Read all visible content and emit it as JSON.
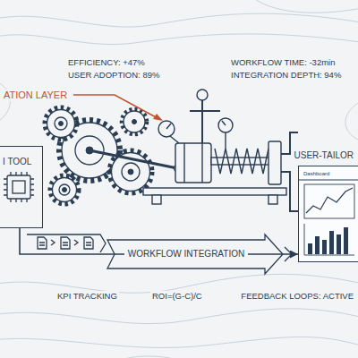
{
  "diagram": {
    "nodes": [
      {
        "text": [
          "I TOOL"
        ]
      },
      {
        "text": [
          "USER-TAILOR"
        ]
      }
    ],
    "edges": [
      {
        "from": 0,
        "to": 1,
        "arrow": "to",
        "label": "WORKFLOW INTEGRATION"
      }
    ],
    "labels": [
      "EFFICIENCY: +47%",
      "WORKFLOW TIME: -32min",
      "USER ADOPTION: 89%",
      "INTEGRATION DEPTH: 94%",
      "ATION LAYER",
      "Dashboard",
      "KPI TRACKING",
      "ROI=(G-C)/C",
      "FEEDBACK LOOPS: ACTIVE"
    ]
  }
}
